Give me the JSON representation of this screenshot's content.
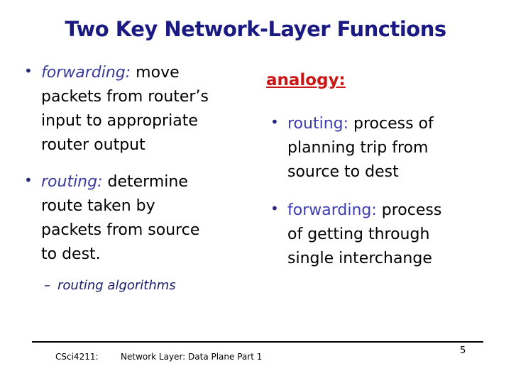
{
  "slide": {
    "title": "Two Key Network-Layer Functions",
    "bullet_char": "•",
    "left": {
      "bullet1": {
        "keyword": "forwarding:",
        "rest": "move packets from router’s input to appropriate router output"
      },
      "bullet2": {
        "keyword": "routing:",
        "rest": "determine route taken by packets from source to dest."
      },
      "sub_bullet": {
        "dash": "–",
        "text": "routing algorithms"
      }
    },
    "right": {
      "heading": "analogy:",
      "bullet1": {
        "keyword": "routing:",
        "rest": "process of planning trip from source to dest"
      },
      "bullet2": {
        "keyword": "forwarding:",
        "rest": "process of getting through single interchange"
      }
    },
    "footer": {
      "course": "CSci4211:",
      "deck_title": "Network Layer: Data Plane Part 1",
      "page_number": "5"
    },
    "colors": {
      "title_navy": "#1a1a82",
      "keyword_blue_italic": "#3a3a9e",
      "keyword_blue_upright": "#3c3cb4",
      "analogy_red": "#cc1616",
      "body_text": "#000000",
      "sub_bullet_navy": "#1a1a6e",
      "background": "#ffffff"
    }
  }
}
